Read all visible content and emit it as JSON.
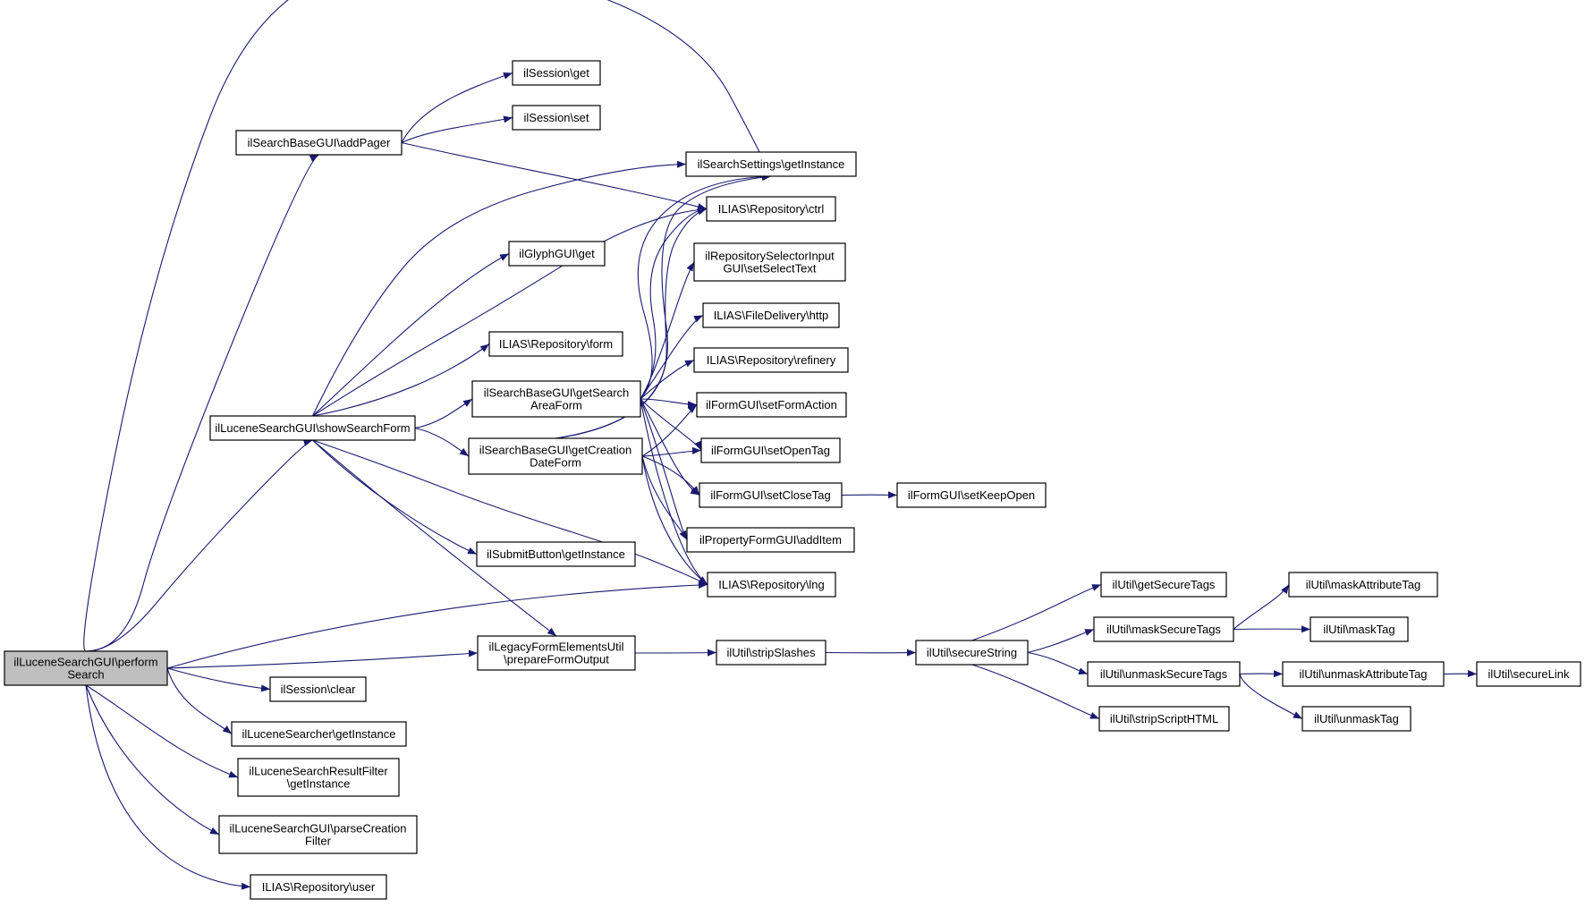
{
  "colors": {
    "edge": "#191970",
    "node_border": "#000000",
    "node_fill": "#ffffff",
    "root_fill": "#bfbfbf"
  },
  "nodes": {
    "root": [
      "ilLuceneSearchGUI\\perform",
      "Search"
    ],
    "addPager": [
      "ilSearchBaseGUI\\addPager"
    ],
    "showSearchForm": [
      "ilLuceneSearchGUI\\showSearchForm"
    ],
    "sessGet": [
      "ilSession\\get"
    ],
    "sessSet": [
      "ilSession\\set"
    ],
    "settings": [
      "ilSearchSettings\\getInstance"
    ],
    "ctrl": [
      "ILIAS\\Repository\\ctrl"
    ],
    "glyph": [
      "ilGlyphGUI\\get"
    ],
    "repoSel": [
      "ilRepositorySelectorInput",
      "GUI\\setSelectText"
    ],
    "http": [
      "ILIAS\\FileDelivery\\http"
    ],
    "form": [
      "ILIAS\\Repository\\form"
    ],
    "refinery": [
      "ILIAS\\Repository\\refinery"
    ],
    "areaForm": [
      "ilSearchBaseGUI\\getSearch",
      "AreaForm"
    ],
    "setFormAction": [
      "ilFormGUI\\setFormAction"
    ],
    "dateForm": [
      "ilSearchBaseGUI\\getCreation",
      "DateForm"
    ],
    "setOpenTag": [
      "ilFormGUI\\setOpenTag"
    ],
    "setCloseTag": [
      "ilFormGUI\\setCloseTag"
    ],
    "setKeepOpen": [
      "ilFormGUI\\setKeepOpen"
    ],
    "addItem": [
      "ilPropertyFormGUI\\addItem"
    ],
    "submit": [
      "ilSubmitButton\\getInstance"
    ],
    "lng": [
      "ILIAS\\Repository\\lng"
    ],
    "legacy": [
      "ilLegacyFormElementsUtil",
      "\\prepareFormOutput"
    ],
    "strip": [
      "ilUtil\\stripSlashes"
    ],
    "secStr": [
      "ilUtil\\secureString"
    ],
    "getSecTags": [
      "ilUtil\\getSecureTags"
    ],
    "maskSec": [
      "ilUtil\\maskSecureTags"
    ],
    "unmaskSec": [
      "ilUtil\\unmaskSecureTags"
    ],
    "stripScript": [
      "ilUtil\\stripScriptHTML"
    ],
    "maskAttr": [
      "ilUtil\\maskAttributeTag"
    ],
    "maskTag": [
      "ilUtil\\maskTag"
    ],
    "unmaskAttr": [
      "ilUtil\\unmaskAttributeTag"
    ],
    "unmaskTag": [
      "ilUtil\\unmaskTag"
    ],
    "secureLink": [
      "ilUtil\\secureLink"
    ],
    "sessClear": [
      "ilSession\\clear"
    ],
    "lucSearcher": [
      "ilLuceneSearcher\\getInstance"
    ],
    "resFilter": [
      "ilLuceneSearchResultFilter",
      "\\getInstance"
    ],
    "parseCreation": [
      "ilLuceneSearchGUI\\parseCreation",
      "Filter"
    ],
    "user": [
      "ILIAS\\Repository\\user"
    ]
  }
}
